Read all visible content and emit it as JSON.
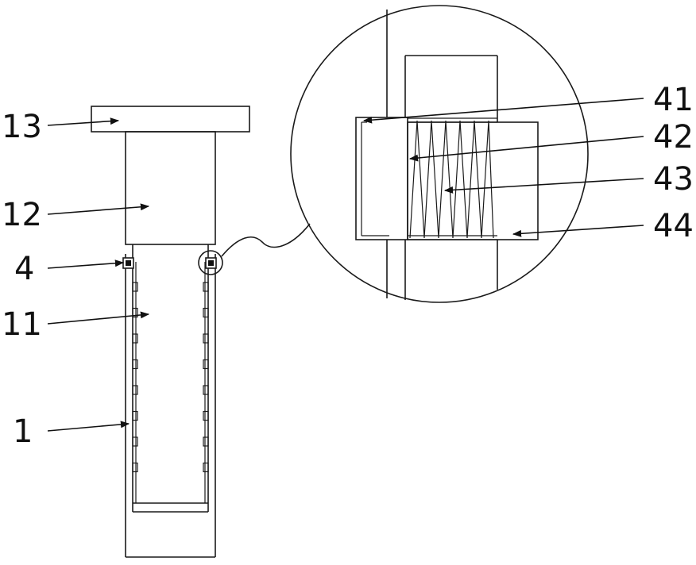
{
  "figure": {
    "labels": [
      {
        "key": "13",
        "text": "13"
      },
      {
        "key": "12",
        "text": "12"
      },
      {
        "key": "4",
        "text": "4"
      },
      {
        "key": "11",
        "text": "11"
      },
      {
        "key": "1",
        "text": "1"
      },
      {
        "key": "41",
        "text": "41"
      },
      {
        "key": "42",
        "text": "42"
      },
      {
        "key": "43",
        "text": "43"
      },
      {
        "key": "44",
        "text": "44"
      }
    ]
  }
}
